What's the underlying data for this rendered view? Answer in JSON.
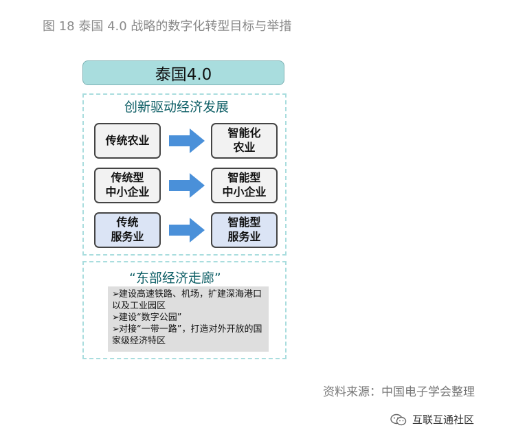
{
  "figure_title": "图 18 泰国 4.0 战略的数字化转型目标与举措",
  "header": "泰国4.0",
  "section1": {
    "title": "创新驱动经济发展",
    "rows": [
      {
        "from": "传统农业",
        "to": "智能化\n农业",
        "style": "gray"
      },
      {
        "from": "传统型\n中小企业",
        "to": "智能型\n中小企业",
        "style": "gray"
      },
      {
        "from": "传统\n服务业",
        "to": "智能型\n服务业",
        "style": "blue"
      }
    ]
  },
  "section2": {
    "title": "“东部经济走廊”",
    "marker": "➢",
    "bullets": [
      "建设高速铁路、机场，扩建深海港口以及工业园区",
      "建设“数字公园”",
      "对接“一带一路”，打造对外开放的国家级经济特区"
    ]
  },
  "source": "资料来源：中国电子学会整理",
  "watermark": {
    "text": "互联互通社区",
    "icon": "wechat-icon"
  },
  "colors": {
    "header_fill": "#a9ddde",
    "dash": "#a9ddde",
    "arrow": "#4a90d9",
    "title_text": "#0e5f66",
    "blue_box": "#dbe4f5"
  }
}
